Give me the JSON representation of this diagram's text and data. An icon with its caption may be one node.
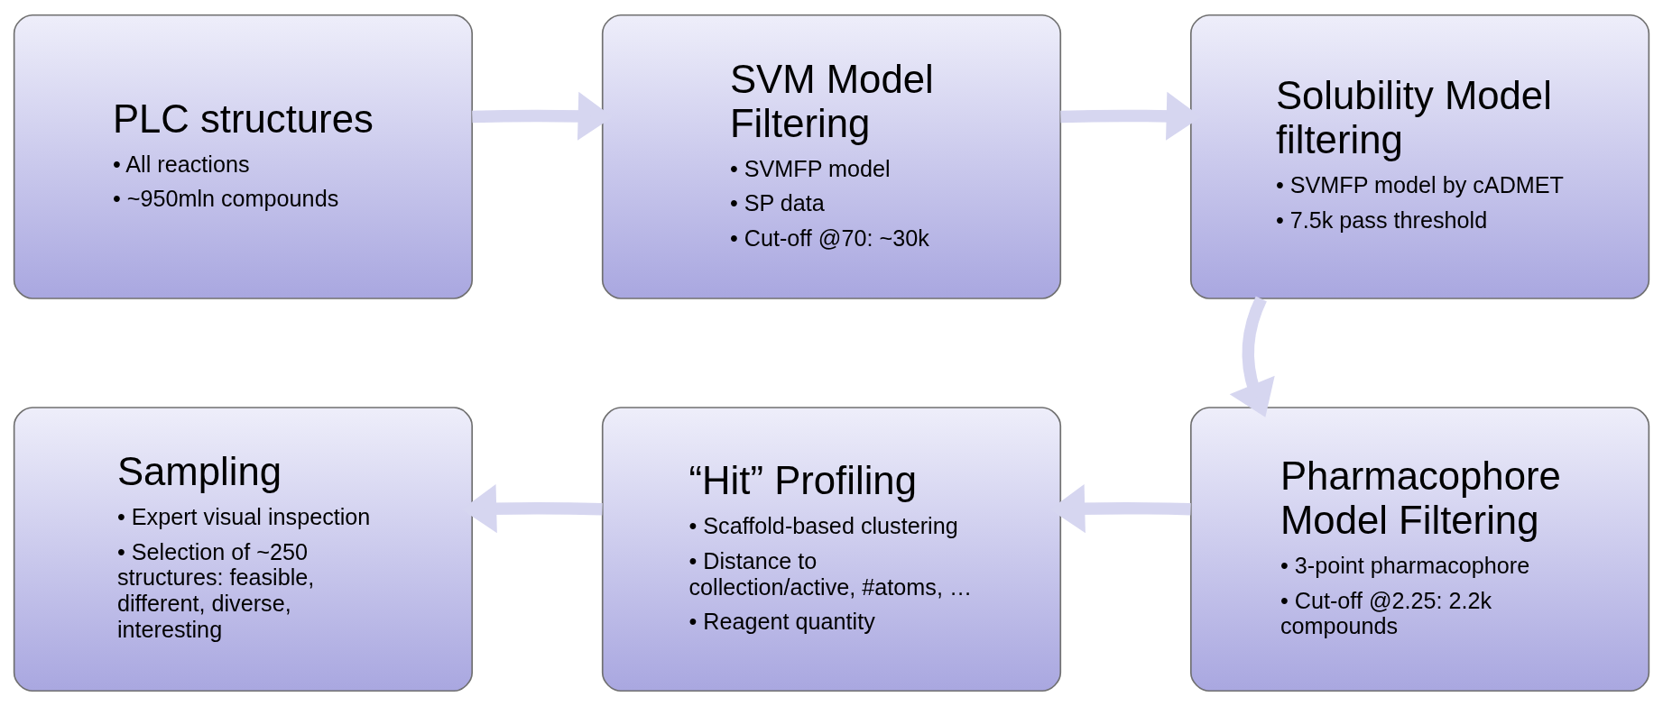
{
  "diagram": {
    "nodes": [
      {
        "text": [
          "PLC structures",
          "• All reactions",
          "• ~950mln compounds"
        ]
      },
      {
        "text": [
          "Sampling",
          "• Expert visual inspection",
          "• Selection of ~250 structures: feasible, different, diverse, interesting"
        ]
      },
      {
        "text": [
          "SVM Model Filtering",
          "• SVMFP model",
          "• SP data",
          "• Cut-off @70: ~30k"
        ]
      },
      {
        "text": [
          "“Hit” Profiling",
          "• Scaffold-based clustering",
          "• Distance to collection/active, #atoms, …",
          "• Reagent quantity"
        ]
      },
      {
        "text": [
          "Solubility Model filtering",
          "• SVMFP model by cADMET",
          "• 7.5k pass threshold"
        ]
      },
      {
        "text": [
          "Pharmacophore Model Filtering",
          "• 3-point pharmacophore",
          "• Cut-off @2.25: 2.2k compounds"
        ]
      }
    ],
    "edges": [
      {
        "from": 0,
        "to": 2,
        "arrow": "to"
      },
      {
        "from": 2,
        "to": 4,
        "arrow": "to"
      },
      {
        "from": 4,
        "to": 5,
        "arrow": "to"
      },
      {
        "from": 5,
        "to": 3,
        "arrow": "to"
      },
      {
        "from": 3,
        "to": 1,
        "arrow": "to"
      }
    ]
  }
}
